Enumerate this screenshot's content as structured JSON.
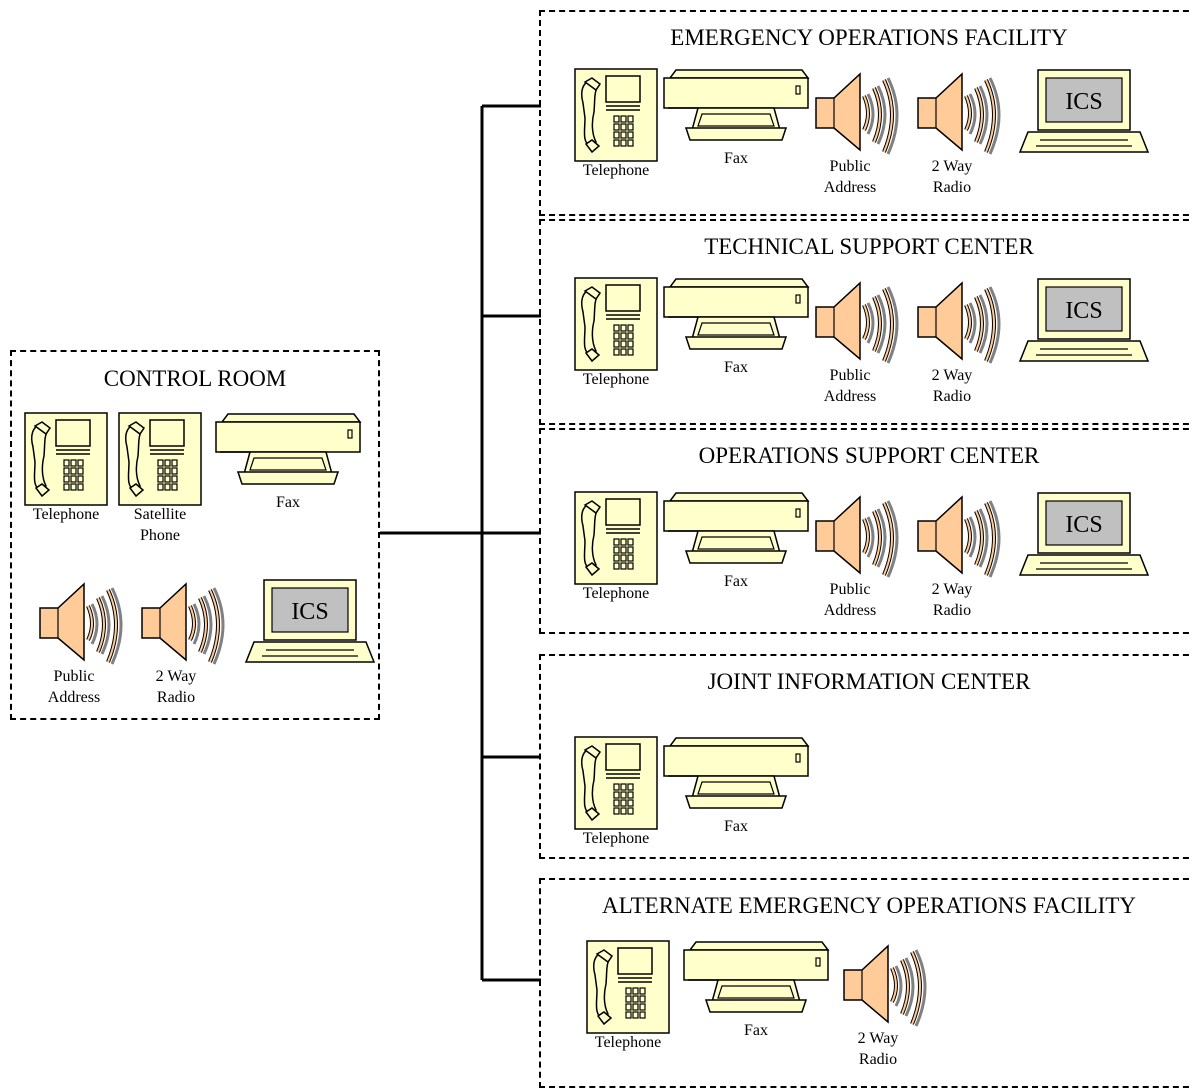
{
  "boxes": [
    {
      "id": "control",
      "title": "CONTROL ROOM",
      "items": [
        {
          "type": "telephone",
          "label": "Telephone"
        },
        {
          "type": "telephone",
          "label": "Satellite\nPhone"
        },
        {
          "type": "fax",
          "label": "Fax"
        },
        {
          "type": "speaker",
          "label": "Public\nAddress"
        },
        {
          "type": "speaker",
          "label": "2 Way\nRadio"
        },
        {
          "type": "laptop",
          "label": "",
          "screen_text": "ICS"
        }
      ]
    },
    {
      "id": "eof",
      "title": "EMERGENCY OPERATIONS FACILITY",
      "items": [
        {
          "type": "telephone",
          "label": "Telephone"
        },
        {
          "type": "fax",
          "label": "Fax"
        },
        {
          "type": "speaker",
          "label": "Public\nAddress"
        },
        {
          "type": "speaker",
          "label": "2 Way\nRadio"
        },
        {
          "type": "laptop",
          "label": "",
          "screen_text": "ICS"
        }
      ]
    },
    {
      "id": "tsc",
      "title": "TECHNICAL SUPPORT CENTER",
      "items": [
        {
          "type": "telephone",
          "label": "Telephone"
        },
        {
          "type": "fax",
          "label": "Fax"
        },
        {
          "type": "speaker",
          "label": "Public\nAddress"
        },
        {
          "type": "speaker",
          "label": "2 Way\nRadio"
        },
        {
          "type": "laptop",
          "label": "",
          "screen_text": "ICS"
        }
      ]
    },
    {
      "id": "osc",
      "title": "OPERATIONS SUPPORT CENTER",
      "items": [
        {
          "type": "telephone",
          "label": "Telephone"
        },
        {
          "type": "fax",
          "label": "Fax"
        },
        {
          "type": "speaker",
          "label": "Public\nAddress"
        },
        {
          "type": "speaker",
          "label": "2 Way\nRadio"
        },
        {
          "type": "laptop",
          "label": "",
          "screen_text": "ICS"
        }
      ]
    },
    {
      "id": "jic",
      "title": "JOINT INFORMATION CENTER",
      "items": [
        {
          "type": "telephone",
          "label": "Telephone"
        },
        {
          "type": "fax",
          "label": "Fax"
        }
      ]
    },
    {
      "id": "aeof",
      "title": "ALTERNATE EMERGENCY OPERATIONS FACILITY",
      "items": [
        {
          "type": "telephone",
          "label": "Telephone"
        },
        {
          "type": "fax",
          "label": "Fax"
        },
        {
          "type": "speaker",
          "label": "2 Way\nRadio"
        }
      ]
    }
  ],
  "colors": {
    "device_fill": "#ffffcc",
    "speaker_fill": "#ffcc99",
    "screen_fill": "#c0c0c0",
    "line": "#000000",
    "waves_shadow": "#808080"
  }
}
